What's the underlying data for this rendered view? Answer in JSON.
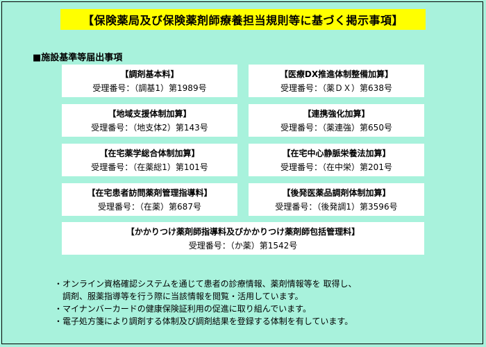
{
  "title": "【保険薬局及び保険薬剤師療養担当規則等に基づく掲示事項】",
  "section_heading": "■施設基準等届出事項",
  "cards": [
    {
      "title": "【調剤基本料】",
      "number": "受理番号：（調基1）第1989号"
    },
    {
      "title": "【医療DX推進体制整備加算】",
      "number": "受理番号：（薬ＤＸ）第638号"
    },
    {
      "title": "【地域支援体制加算】",
      "number": "受理番号：（地支体2）第143号"
    },
    {
      "title": "【連携強化加算】",
      "number": "受理番号：（薬連強）第650号"
    },
    {
      "title": "【在宅薬学総合体制加算】",
      "number": "受理番号：（在薬総1）第101号"
    },
    {
      "title": "【在宅中心静脈栄養法加算】",
      "number": "受理番号：（在中栄）第201号"
    },
    {
      "title": "【在宅患者訪問薬剤管理指導料】",
      "number": "受理番号：（在薬）第687号"
    },
    {
      "title": "【後発医薬品調剤体制加算】",
      "number": "受理番号：（後発調1）第3596号"
    },
    {
      "title": "【かかりつけ薬剤師指導料及びかかりつけ薬剤師包括管理料】",
      "number": "受理番号：（か薬）第1542号"
    }
  ],
  "notes": [
    "・オンライン資格確認システムを通じて患者の診療情報、薬剤情報等を 取得し、",
    "　調剤、服薬指導等を行う際に当該情報を閲覧・活用しています。",
    "・マイナンバーカードの健康保険証利用の促進に取り組んでいます。",
    "・電子処方箋により調剤する体制及び調剤結果を登録する体制を有しています。"
  ]
}
